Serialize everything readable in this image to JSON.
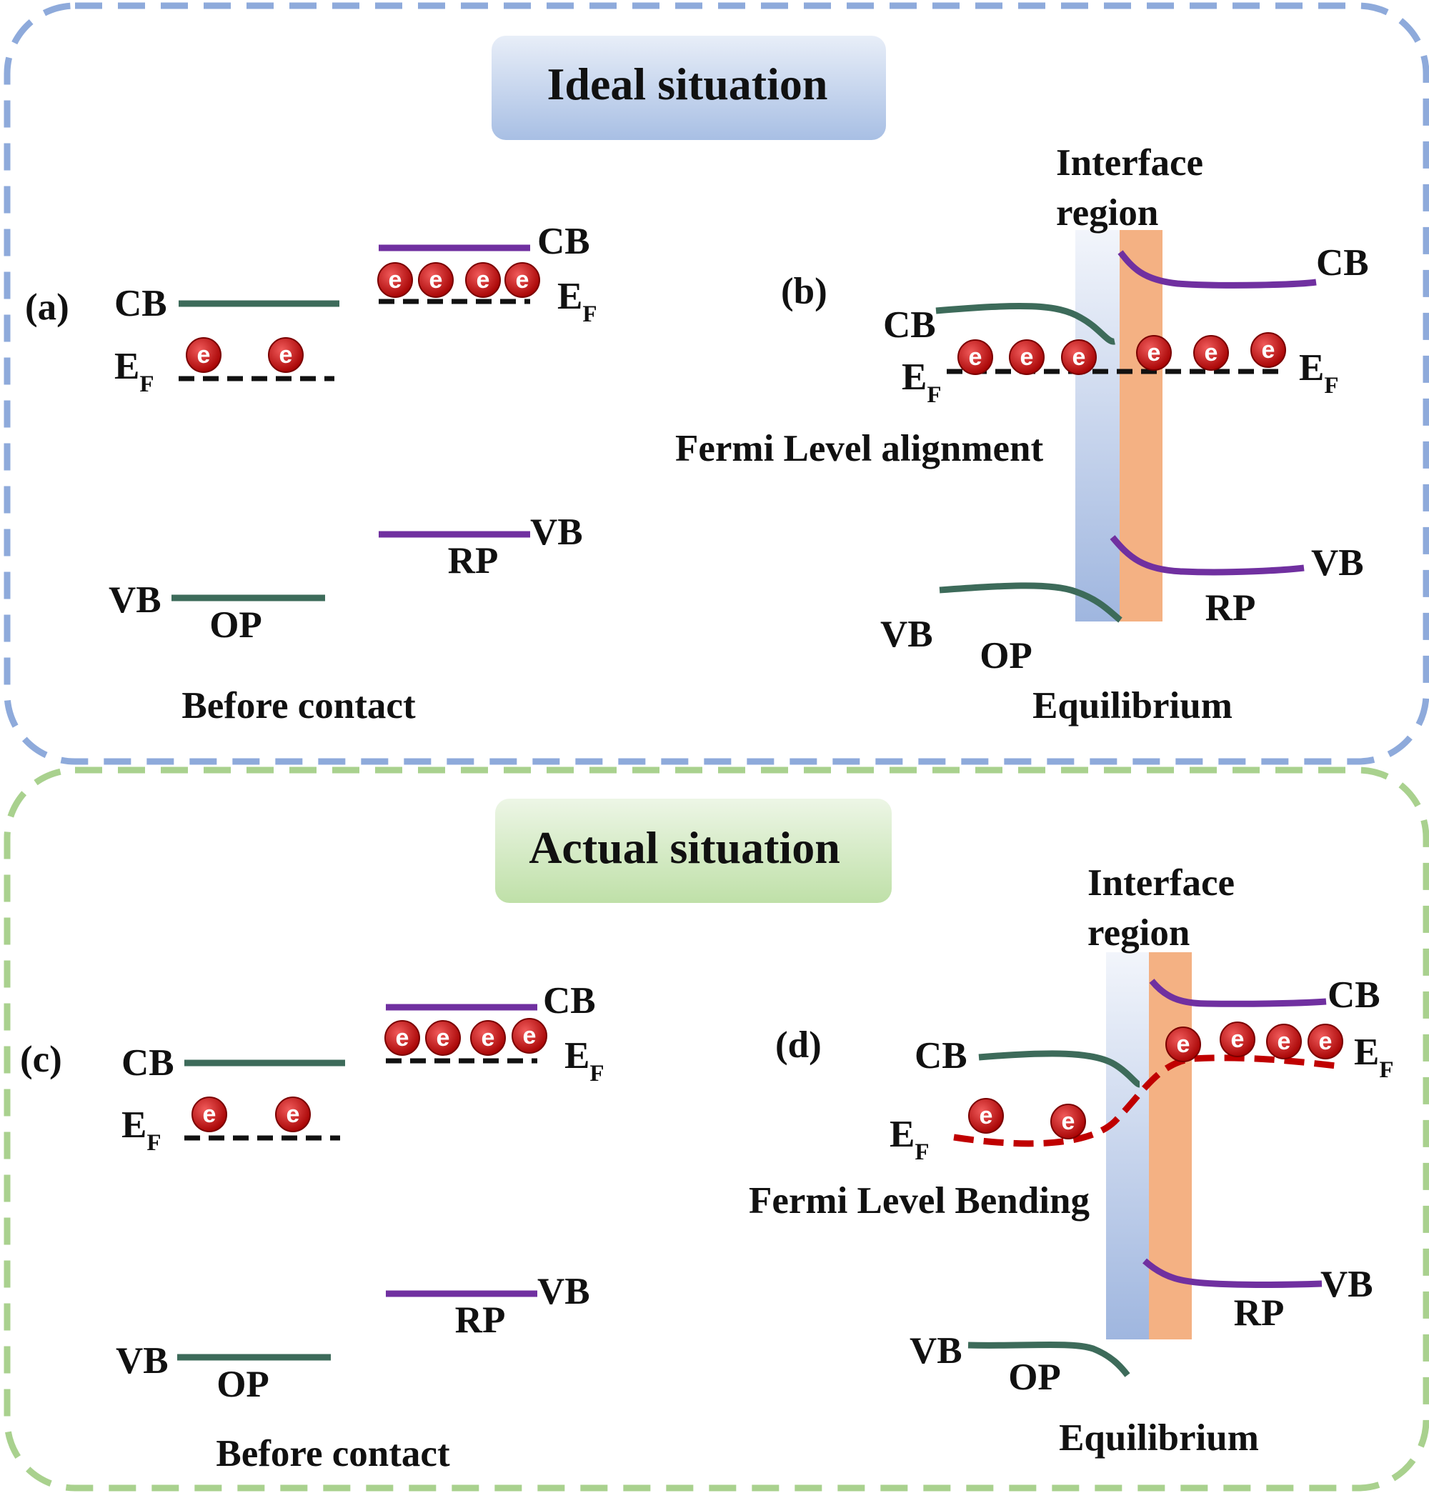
{
  "panels": {
    "ideal": {
      "title": "Ideal situation",
      "a": {
        "label": "(a)",
        "op_cb": "CB",
        "op_ef_main": "E",
        "op_ef_sub": "F",
        "op_vb": "VB",
        "op_name": "OP",
        "rp_cb": "CB",
        "rp_ef_main": "E",
        "rp_ef_sub": "F",
        "rp_vb": "VB",
        "rp_name": "RP",
        "caption": "Before contact"
      },
      "b": {
        "label": "(b)",
        "interface_line1": "Interface",
        "interface_line2": "region",
        "op_cb": "CB",
        "op_ef_main": "E",
        "op_ef_sub": "F",
        "rp_cb": "CB",
        "rp_ef_main": "E",
        "rp_ef_sub": "F",
        "note": "Fermi Level alignment",
        "op_vb": "VB",
        "op_name": "OP",
        "rp_vb": "VB",
        "rp_name": "RP",
        "caption": "Equilibrium"
      }
    },
    "actual": {
      "title": "Actual situation",
      "c": {
        "label": "(c)",
        "op_cb": "CB",
        "op_ef_main": "E",
        "op_ef_sub": "F",
        "op_vb": "VB",
        "op_name": "OP",
        "rp_cb": "CB",
        "rp_ef_main": "E",
        "rp_ef_sub": "F",
        "rp_vb": "VB",
        "rp_name": "RP",
        "caption": "Before contact"
      },
      "d": {
        "label": "(d)",
        "interface_line1": "Interface",
        "interface_line2": "region",
        "op_cb": "CB",
        "op_ef_main": "E",
        "op_ef_sub": "F",
        "rp_cb": "CB",
        "rp_ef_main": "E",
        "rp_ef_sub": "F",
        "note": "Fermi Level Bending",
        "op_vb": "VB",
        "op_name": "OP",
        "rp_vb": "VB",
        "rp_name": "RP",
        "caption": "Equilibrium"
      }
    }
  },
  "electron_symbol": "e",
  "colors": {
    "ideal_border": "#8eaadb",
    "actual_border": "#a9d18e",
    "op_band": "#3d6b5a",
    "rp_band": "#7030a0",
    "fermi_dash": "#111111",
    "bent_fermi": "#c00000",
    "electron": "#c00000",
    "interface_op": "#b4c7e7",
    "interface_rp": "#f4b183"
  }
}
